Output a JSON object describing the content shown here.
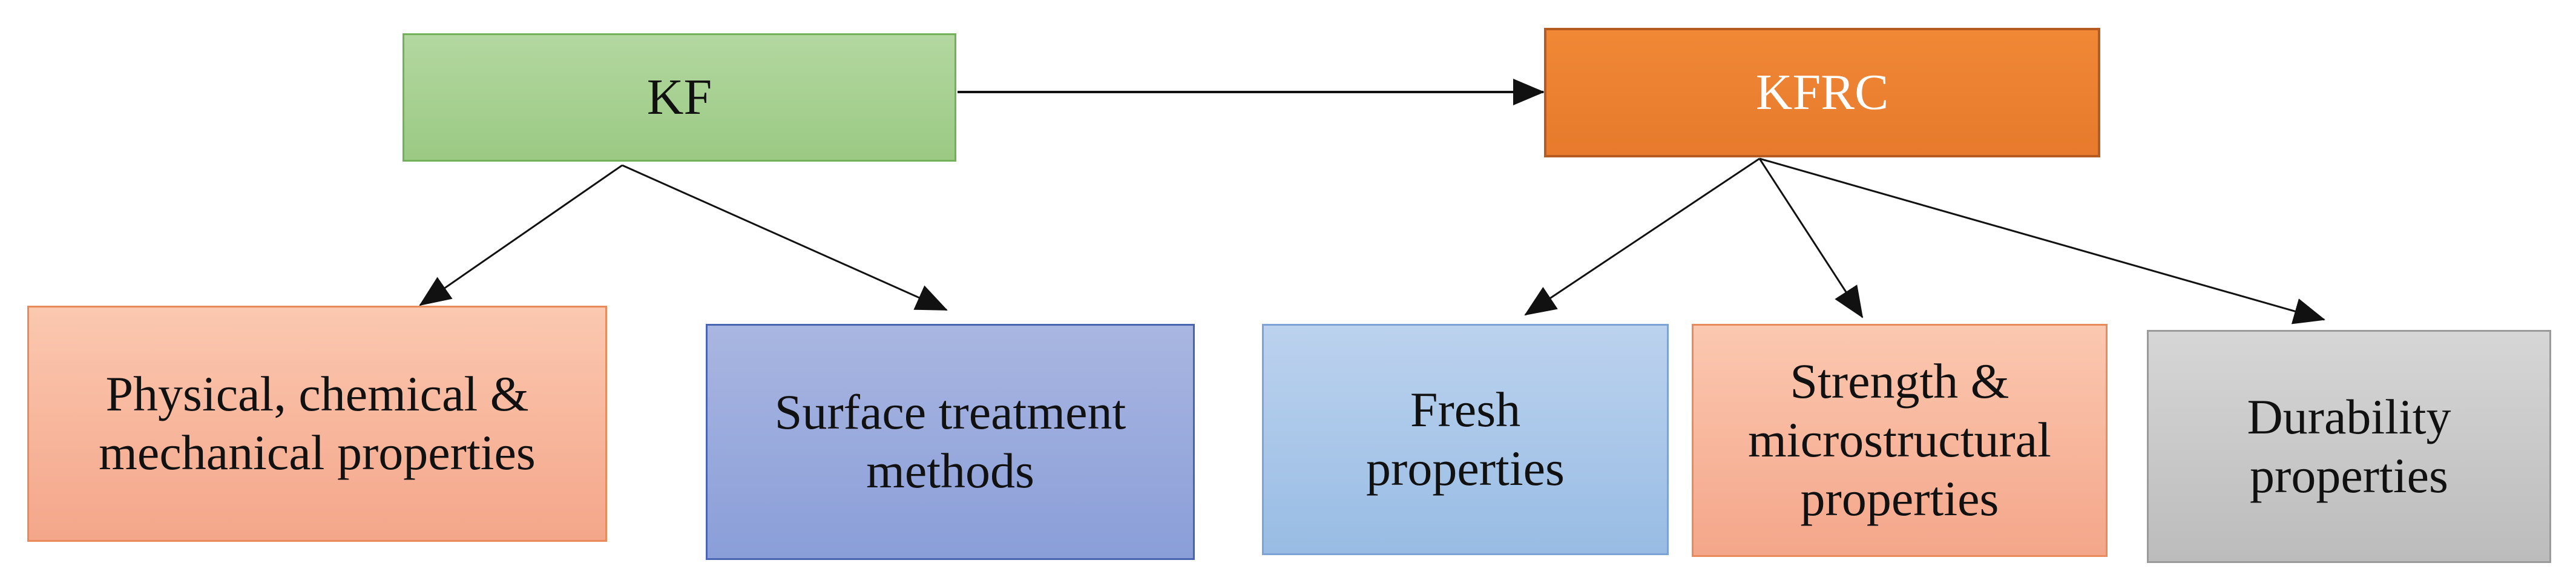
{
  "nodes": {
    "kf": {
      "lines": [
        "KF"
      ]
    },
    "kfrc": {
      "lines": [
        "KFRC"
      ]
    },
    "physical": {
      "lines": [
        "Physical, chemical &",
        "mechanical properties"
      ]
    },
    "surface": {
      "lines": [
        "Surface treatment",
        "methods"
      ]
    },
    "fresh": {
      "lines": [
        "Fresh",
        "properties"
      ]
    },
    "strength": {
      "lines": [
        "Strength &",
        "microstructural",
        "properties"
      ]
    },
    "durability": {
      "lines": [
        "Durability",
        "properties"
      ]
    }
  },
  "edges": [
    {
      "from": "kf",
      "to": "kfrc"
    },
    {
      "from": "kf",
      "to": "physical"
    },
    {
      "from": "kf",
      "to": "surface"
    },
    {
      "from": "kfrc",
      "to": "fresh"
    },
    {
      "from": "kfrc",
      "to": "strength"
    },
    {
      "from": "kfrc",
      "to": "durability"
    }
  ],
  "colors": {
    "kf": "#9bca84",
    "kfrc": "#e77a2c",
    "physical": "#f4a68a",
    "surface": "#8a9ed8",
    "fresh": "#98bce4",
    "strength": "#f4a68a",
    "durability": "#bcbcbc",
    "arrow": "#111111"
  }
}
